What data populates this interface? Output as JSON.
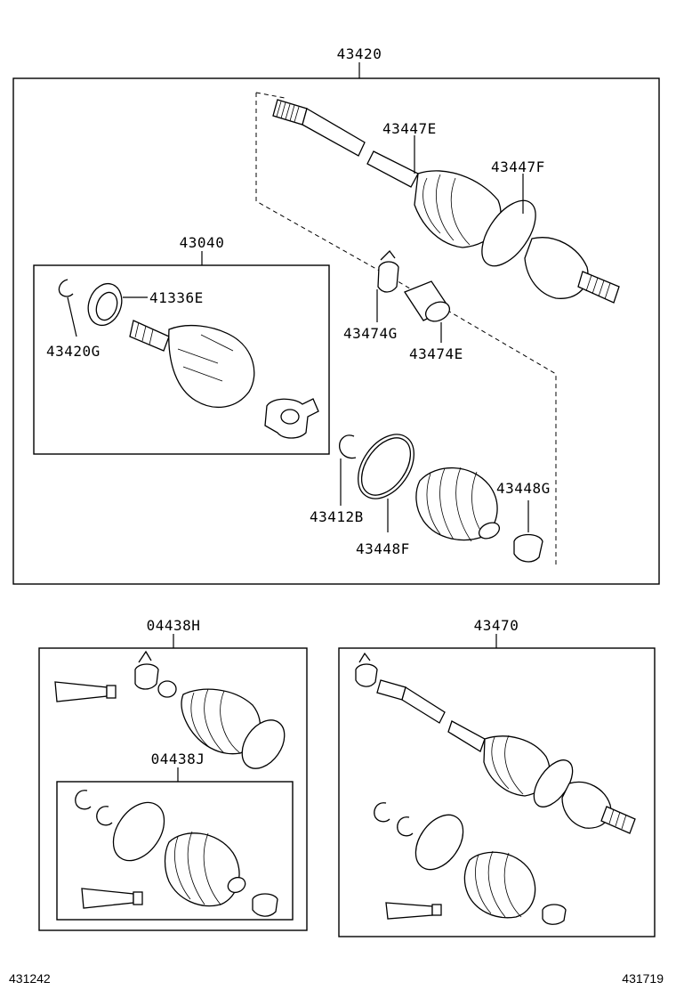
{
  "main_assembly": {
    "number": "43420",
    "callouts": {
      "p43447E": "43447E",
      "p43447F": "43447F",
      "p43474G": "43474G",
      "p43474E": "43474E",
      "p43412B": "43412B",
      "p43448F": "43448F",
      "p43448G": "43448G"
    },
    "inner_joint": {
      "number": "43040",
      "callouts": {
        "p41336E": "41336E",
        "p43420G": "43420G"
      }
    }
  },
  "boot_kit": {
    "number": "04438H",
    "sub_kit": {
      "number": "04438J"
    }
  },
  "shaft_assembly": {
    "number": "43470"
  },
  "footer": {
    "left_code": "431242",
    "right_code": "431719"
  }
}
